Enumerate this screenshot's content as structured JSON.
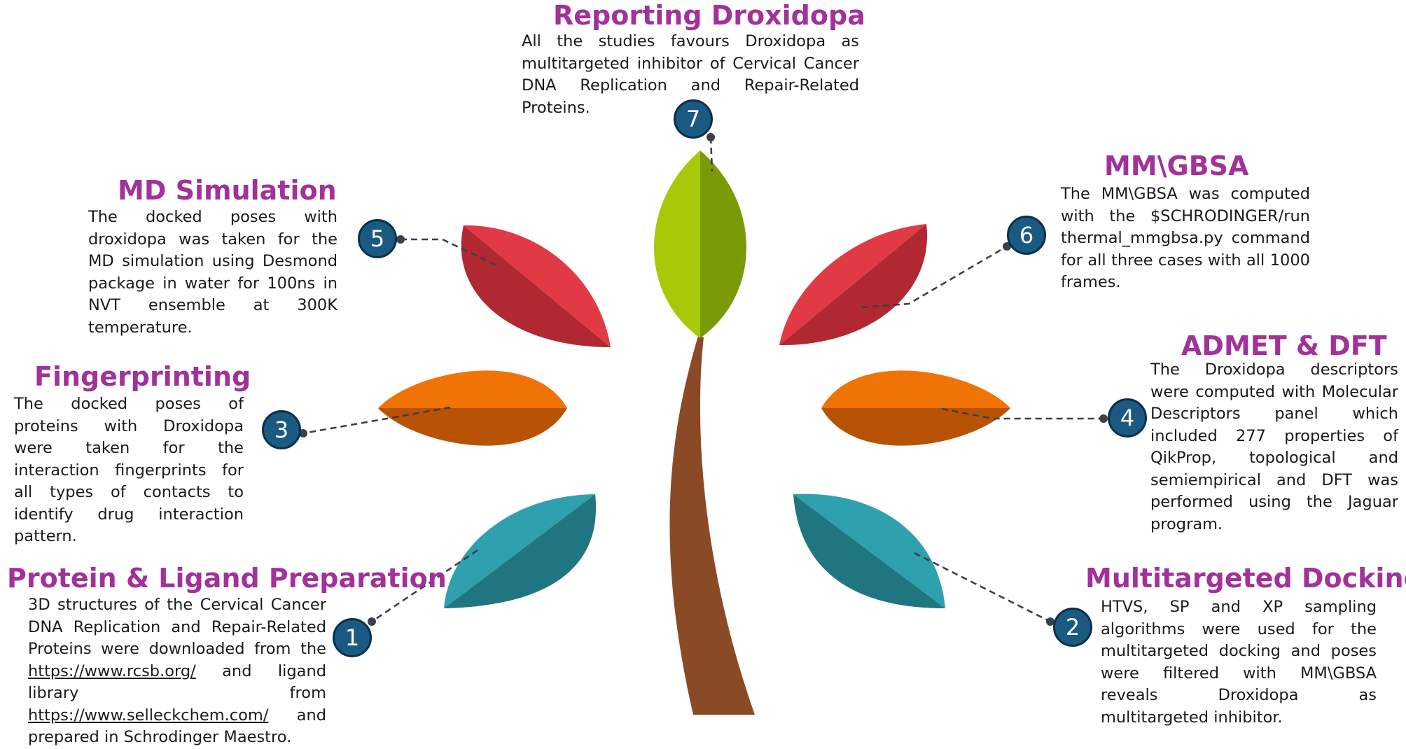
{
  "steps": [
    {
      "number": "1",
      "title": "Protein & Ligand Preparation",
      "desc_part1": "3D structures of the Cervical Cancer DNA Replication and Repair-Related Proteins were downloaded from the",
      "link1": "https://www.rcsb.org/",
      "desc_part2": "and ligand library from",
      "link2": "https://www.selleckchem.com/",
      "desc_part3": "and prepared in Schrodinger Maestro."
    },
    {
      "number": "2",
      "title": "Multitargeted Docking",
      "desc": "HTVS, SP and XP sampling algorithms were used for the multitargeted docking and poses were filtered with MM\\GBSA reveals Droxidopa as multitargeted inhibitor."
    },
    {
      "number": "3",
      "title": "Fingerprinting",
      "desc": "The docked poses of proteins with Droxidopa were taken for the interaction fingerprints for all types of contacts to identify drug interaction pattern."
    },
    {
      "number": "4",
      "title": "ADMET & DFT",
      "desc": "The Droxidopa descriptors were computed with Molecular Descriptors panel which included 277 properties of QikProp, topological and semiempirical and DFT was performed using the Jaguar program."
    },
    {
      "number": "5",
      "title": "MD Simulation",
      "desc": "The docked poses with droxidopa was taken for the MD simulation using Desmond package in water for 100ns in NVT ensemble at 300K temperature."
    },
    {
      "number": "6",
      "title": "MM\\GBSA",
      "desc": "The MM\\GBSA was computed with the $SCHRODINGER/run thermal_mmgbsa.py command for all three cases with all 1000 frames."
    },
    {
      "number": "7",
      "title": "Reporting Droxidopa",
      "desc": "All the studies favours Droxidopa as multitargeted inhibitor of Cervical Cancer DNA Replication and Repair-Related Proteins."
    }
  ],
  "colors": {
    "title": "#a2319a",
    "badge": "#1a5a82",
    "stem": "#8b4a26",
    "leaf_red_light": "#e23a45",
    "leaf_red_dark": "#b02832",
    "leaf_orange_light": "#ef7405",
    "leaf_orange_dark": "#b85305",
    "leaf_teal_light": "#2fa0ae",
    "leaf_teal_dark": "#1f7680",
    "leaf_green_light": "#a8c808",
    "leaf_green_dark": "#7a9a08",
    "connector": "#3a3f4a"
  }
}
